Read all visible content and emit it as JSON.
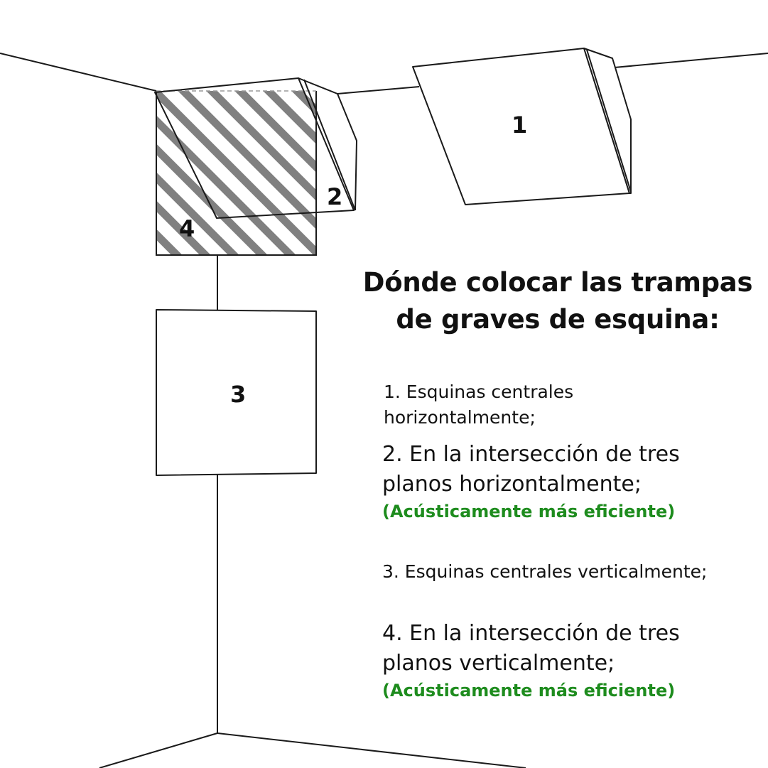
{
  "colors": {
    "line": "#1a1a1a",
    "text": "#111111",
    "hatch": "#808080",
    "note": "#1e8c1e"
  },
  "diagram": {
    "panel_labels": {
      "p1": "1",
      "p2": "2",
      "p3": "3",
      "p4": "4"
    }
  },
  "heading": {
    "line1": "Dónde colocar las trampas",
    "line2": "de graves de esquina:"
  },
  "items": [
    {
      "line1": "1. Esquinas centrales",
      "line2": "horizontalmente;"
    },
    {
      "line1": "2. En la intersección de tres",
      "line2": "planos horizontalmente;",
      "note": "(Acústicamente más eficiente)"
    },
    {
      "line1": "3. Esquinas centrales verticalmente;"
    },
    {
      "line1": "4. En la intersección de tres",
      "line2": "planos verticalmente;",
      "note": "(Acústicamente más eficiente)"
    }
  ]
}
